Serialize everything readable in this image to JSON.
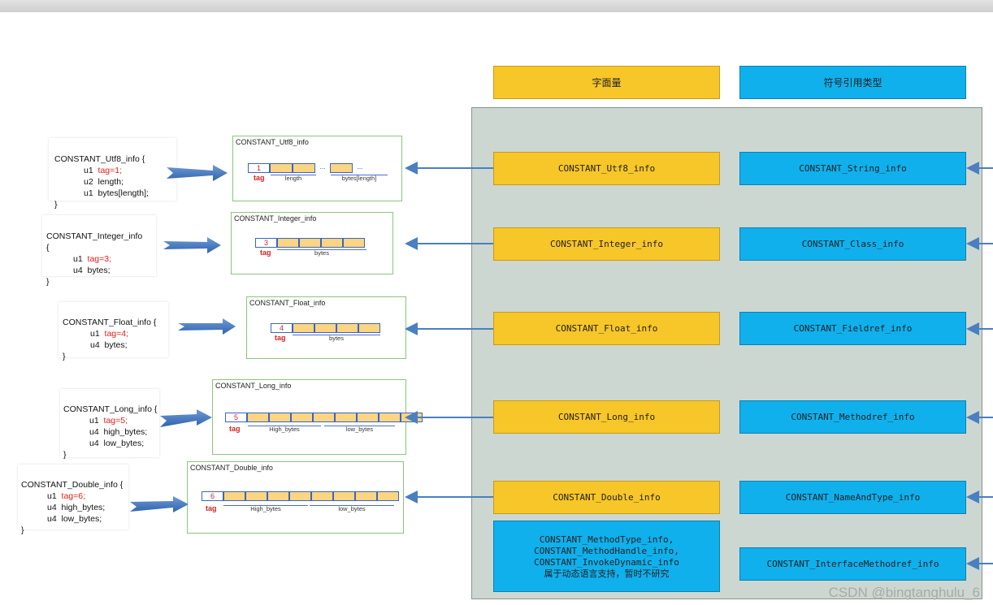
{
  "headers": {
    "literal": "字面量",
    "symbolic": "符号引用类型"
  },
  "literal_boxes": [
    "CONSTANT_Utf8_info",
    "CONSTANT_Integer_info",
    "CONSTANT_Float_info",
    "CONSTANT_Long_info",
    "CONSTANT_Double_info"
  ],
  "dynamic_box": "CONSTANT_MethodType_info,\nCONSTANT_MethodHandle_info,\nCONSTANT_InvokeDynamic_info\n属于动态语言支持，暂时不研究",
  "symbolic_boxes": [
    "CONSTANT_String_info",
    "CONSTANT_Class_info",
    "CONSTANT_Fieldref_info",
    "CONSTANT_Methodref_info",
    "CONSTANT_NameAndType_info",
    "CONSTANT_InterfaceMethodref_info"
  ],
  "structs": [
    {
      "name": "CONSTANT_Utf8_info {",
      "tag": "tag=1;",
      "l2": "u2  length;",
      "l3": "u1  bytes[length];",
      "close": "}"
    },
    {
      "name": "CONSTANT_Integer_info",
      "open": "{",
      "tag": "tag=3;",
      "l2": "u4  bytes;",
      "close": "}"
    },
    {
      "name": "CONSTANT_Float_info {",
      "tag": "tag=4;",
      "l2": "u4  bytes;",
      "close": "}"
    },
    {
      "name": "CONSTANT_Long_info {",
      "tag": "tag=5;",
      "l2": "u4  high_bytes;",
      "l3": "u4  low_bytes;",
      "close": "}"
    },
    {
      "name": "CONSTANT_Double_info {",
      "tag": "tag=6;",
      "l2": "u4  high_bytes;",
      "l3": "u4  low_bytes;",
      "close": "}"
    }
  ],
  "u1": "u1",
  "layouts": [
    {
      "title": "CONSTANT_Utf8_info",
      "tag_value": "1",
      "tag_label": "tag",
      "dim1": "length",
      "dots": "...",
      "dim2": "bytes[length]"
    },
    {
      "title": "CONSTANT_Integer_info",
      "tag_value": "3",
      "tag_label": "tag",
      "dim1": "bytes"
    },
    {
      "title": "CONSTANT_Float_info",
      "tag_value": "4",
      "tag_label": "tag",
      "dim1": "bytes"
    },
    {
      "title": "CONSTANT_Long_info",
      "tag_value": "5",
      "tag_label": "tag",
      "dim1": "High_bytes",
      "dim2": "low_bytes"
    },
    {
      "title": "CONSTANT_Double_info",
      "tag_value": "6",
      "tag_label": "tag",
      "dim1": "High_bytes",
      "dim2": "low_bytes"
    }
  ],
  "watermark": "CSDN @bingtanghulu_6",
  "colors": {
    "literal": "#f7c628",
    "symbolic": "#0fb0ec",
    "panel": "#cdd7d1",
    "tag_red": "#e0201a",
    "arrow": "#4a7fc1"
  }
}
